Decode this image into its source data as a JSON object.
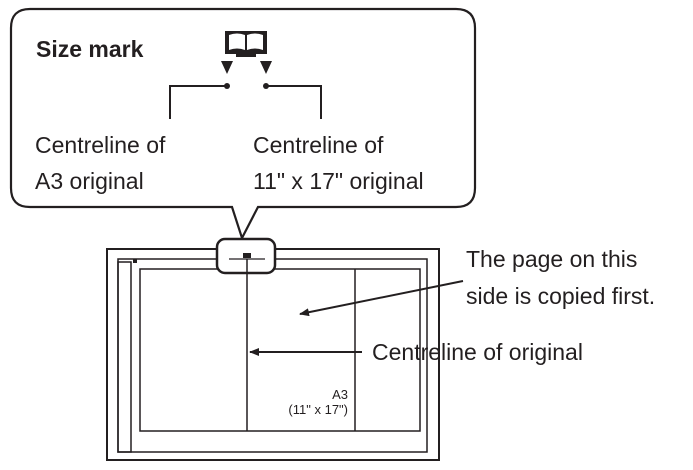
{
  "callout": {
    "title": "Size mark",
    "icon": "book-icon",
    "left_label_line1": "Centreline of",
    "left_label_line2": "A3 original",
    "right_label_line1": "Centreline of",
    "right_label_line2": "11\" x 17\" original"
  },
  "glass": {
    "paper_size": "A3",
    "paper_size_alt": "(11\" x 17\")"
  },
  "annotations": {
    "first_page_line1": "The page on this",
    "first_page_line2": "side is copied first.",
    "centreline": "Centreline of original"
  }
}
